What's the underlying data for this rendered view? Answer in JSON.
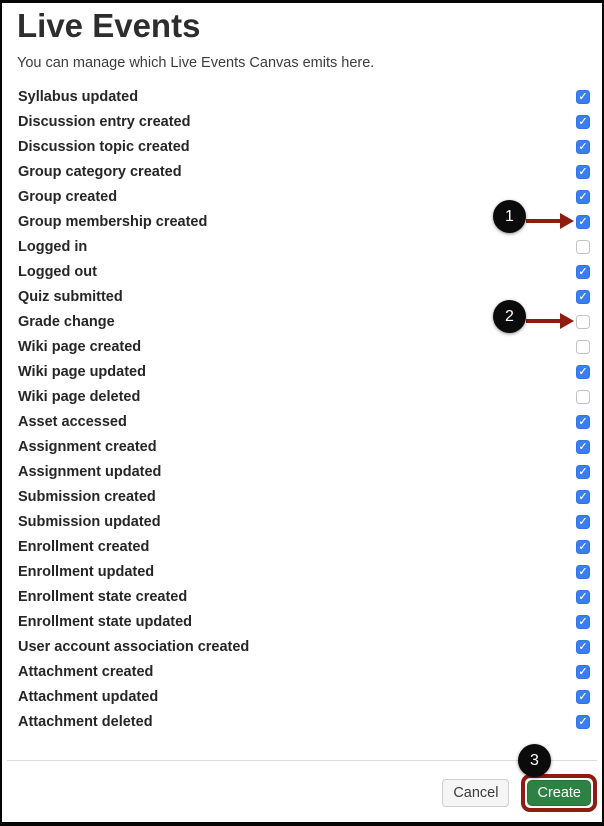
{
  "page": {
    "title": "Live Events",
    "subtitle": "You can manage which Live Events Canvas emits here."
  },
  "events": [
    {
      "label": "Syllabus updated",
      "checked": true
    },
    {
      "label": "Discussion entry created",
      "checked": true
    },
    {
      "label": "Discussion topic created",
      "checked": true
    },
    {
      "label": "Group category created",
      "checked": true
    },
    {
      "label": "Group created",
      "checked": true
    },
    {
      "label": "Group membership created",
      "checked": true
    },
    {
      "label": "Logged in",
      "checked": false
    },
    {
      "label": "Logged out",
      "checked": true
    },
    {
      "label": "Quiz submitted",
      "checked": true
    },
    {
      "label": "Grade change",
      "checked": false
    },
    {
      "label": "Wiki page created",
      "checked": false
    },
    {
      "label": "Wiki page updated",
      "checked": true
    },
    {
      "label": "Wiki page deleted",
      "checked": false
    },
    {
      "label": "Asset accessed",
      "checked": true
    },
    {
      "label": "Assignment created",
      "checked": true
    },
    {
      "label": "Assignment updated",
      "checked": true
    },
    {
      "label": "Submission created",
      "checked": true
    },
    {
      "label": "Submission updated",
      "checked": true
    },
    {
      "label": "Enrollment created",
      "checked": true
    },
    {
      "label": "Enrollment updated",
      "checked": true
    },
    {
      "label": "Enrollment state created",
      "checked": true
    },
    {
      "label": "Enrollment state updated",
      "checked": true
    },
    {
      "label": "User account association created",
      "checked": true
    },
    {
      "label": "Attachment created",
      "checked": true
    },
    {
      "label": "Attachment updated",
      "checked": true
    },
    {
      "label": "Attachment deleted",
      "checked": true
    }
  ],
  "footer": {
    "cancel_label": "Cancel",
    "create_label": "Create"
  },
  "annotations": [
    {
      "number": "1",
      "target": "Group membership created checkbox"
    },
    {
      "number": "2",
      "target": "Grade change checkbox"
    },
    {
      "number": "3",
      "target": "Create button"
    }
  ],
  "icons": {
    "checkmark": "✓"
  },
  "colors": {
    "checkbox_checked_blue": "#3b7ef2",
    "create_button_green": "#2d8142",
    "annotation_maroon": "#8f1c10",
    "annotation_circle_black": "#0b0b0b"
  }
}
